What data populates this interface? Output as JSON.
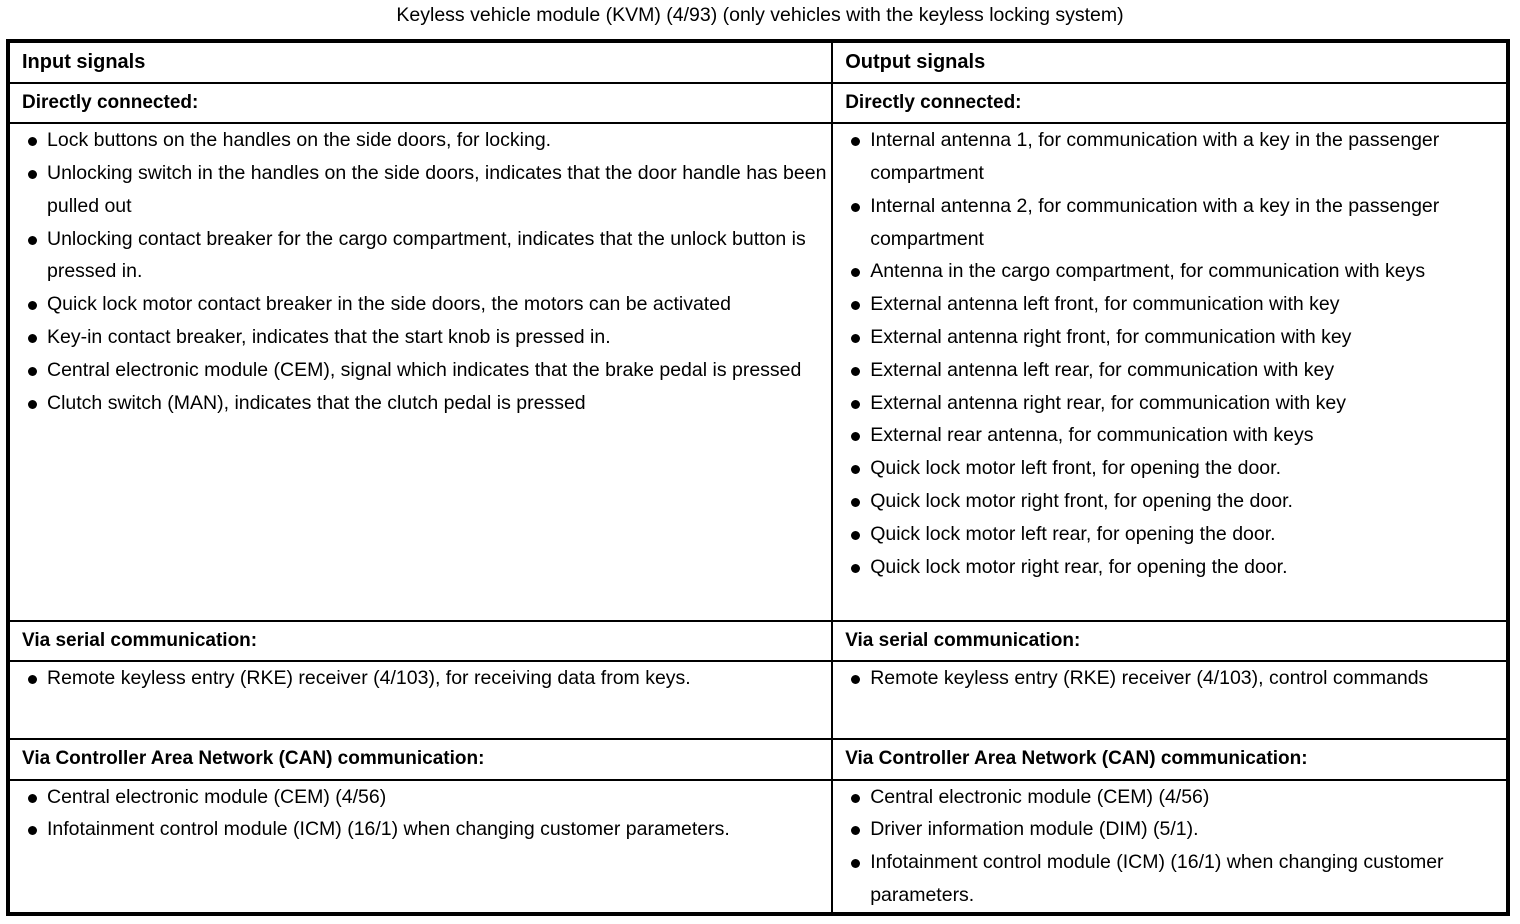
{
  "document": {
    "title": "Keyless vehicle module (KVM) (4/93) (only vehicles with the keyless locking system)"
  },
  "table": {
    "columns": [
      {
        "header": "Input signals"
      },
      {
        "header": "Output signals"
      }
    ],
    "sections": [
      {
        "id": "directly-connected",
        "left": {
          "subheader": "Directly connected:",
          "items": [
            "Lock buttons on the handles on the side doors, for locking.",
            "Unlocking switch in the handles on the side doors, indicates that the door handle has been pulled out",
            "Unlocking contact breaker for the cargo compartment, indicates that the unlock button is pressed in.",
            "Quick lock motor contact breaker in the side doors, the motors can be activated",
            "Key-in contact breaker, indicates that the start knob is pressed in.",
            "Central electronic module (CEM), signal which indicates that the brake pedal is pressed",
            "Clutch switch (MAN), indicates that the clutch pedal is pressed"
          ]
        },
        "right": {
          "subheader": "Directly connected:",
          "items": [
            "Internal antenna 1, for communication with a key in the passenger compartment",
            "Internal antenna 2, for communication with a key in the passenger compartment",
            "Antenna in the cargo compartment, for communication with keys",
            "External antenna left front, for communication with key",
            "External antenna right front, for communication with key",
            "External antenna left rear, for communication with key",
            "External antenna right rear, for communication with key",
            "External rear antenna, for communication with keys",
            "Quick lock motor left front, for opening the door.",
            "Quick lock motor right front, for opening the door.",
            "Quick lock motor left rear, for opening the door.",
            "Quick lock motor right rear, for opening the door."
          ]
        }
      },
      {
        "id": "via-serial-communication",
        "left": {
          "subheader": "Via serial communication:",
          "items": [
            "Remote keyless entry (RKE) receiver (4/103), for receiving data from keys."
          ]
        },
        "right": {
          "subheader": "Via serial communication:",
          "items": [
            "Remote keyless entry (RKE) receiver (4/103), control commands"
          ]
        }
      },
      {
        "id": "via-can-communication",
        "left": {
          "subheader": "Via Controller Area Network (CAN) communication:",
          "items": [
            "Central electronic module (CEM) (4/56)",
            "Infotainment control module (ICM) (16/1) when changing customer parameters."
          ]
        },
        "right": {
          "subheader": "Via Controller Area Network (CAN) communication:",
          "items": [
            "Central electronic module (CEM) (4/56)",
            "Driver information module (DIM) (5/1).",
            "Infotainment control module (ICM) (16/1) when changing customer parameters."
          ]
        }
      }
    ]
  },
  "colors": {
    "text": "#000000",
    "background": "#ffffff",
    "border": "#000000"
  }
}
